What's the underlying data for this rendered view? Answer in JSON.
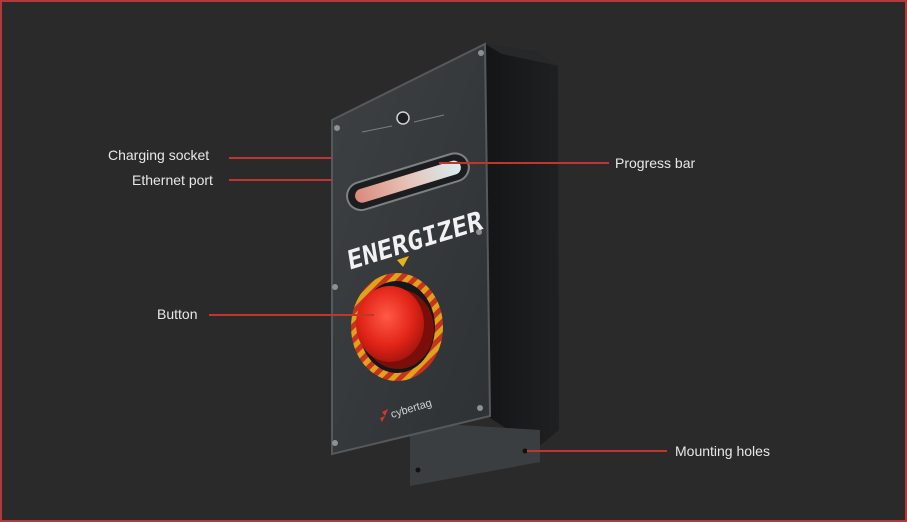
{
  "device": {
    "brand_text": "ENERGIZER",
    "logo_text": "cybertag",
    "panel_color": "#35393b",
    "button_color": "#e5281e"
  },
  "callouts": [
    {
      "id": "charging-socket",
      "label": "Charging socket"
    },
    {
      "id": "ethernet-port",
      "label": "Ethernet port"
    },
    {
      "id": "button",
      "label": "Button"
    },
    {
      "id": "progress-bar",
      "label": "Progress bar"
    },
    {
      "id": "mounting-holes",
      "label": "Mounting holes"
    }
  ],
  "colors": {
    "frame": "#b03a3a",
    "leader_line": "#c2342c",
    "background": "#2b2a2a"
  }
}
